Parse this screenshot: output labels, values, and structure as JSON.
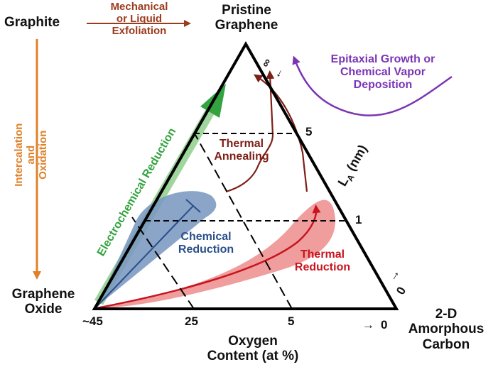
{
  "labels": {
    "graphite": "Graphite",
    "pristine_graphene": [
      "Pristine",
      "Graphene"
    ],
    "graphene_oxide": [
      "Graphene",
      "Oxide"
    ],
    "amorphous_carbon": [
      "2-D",
      "Amorphous",
      "Carbon"
    ],
    "mechanical_exfoliation": [
      "Mechanical",
      "or Liquid",
      "Exfoliation"
    ],
    "epitaxial_growth": [
      "Epitaxial Growth or",
      "Chemical Vapor",
      "Deposition"
    ],
    "intercalation_oxidation": [
      "Intercalation",
      "and",
      "Oxidation"
    ],
    "electrochemical_reduction": "Electrochemical Reduction",
    "thermal_annealing": [
      "Thermal",
      "Annealing"
    ],
    "chemical_reduction": [
      "Chemical",
      "Reduction"
    ],
    "thermal_reduction": [
      "Thermal",
      "Reduction"
    ],
    "la_axis": "L",
    "la_sub": "A",
    "la_unit": "(nm)",
    "la_ticks": {
      "inf": "∞",
      "five": "5",
      "one": "1",
      "zero": "0"
    },
    "oxygen_axis": [
      "Oxygen",
      "Content (at %)"
    ],
    "oxygen_ticks": {
      "start": "~45",
      "mid": "25",
      "low": "5",
      "end": "0"
    },
    "arrow_glyph": "→",
    "arrow_left_glyph": "←"
  },
  "colors": {
    "orange": "#e0812a",
    "brown": "#9b3b1d",
    "purple": "#7b35b4",
    "green": "#33a33f",
    "green_fill": "#8fd08a",
    "blue": "#2a4f88",
    "blue_fill": "#7b98c2",
    "red": "#c8141e",
    "red_fill": "#ec8c8c",
    "dark_red": "#7b1f17",
    "black": "#000000"
  }
}
